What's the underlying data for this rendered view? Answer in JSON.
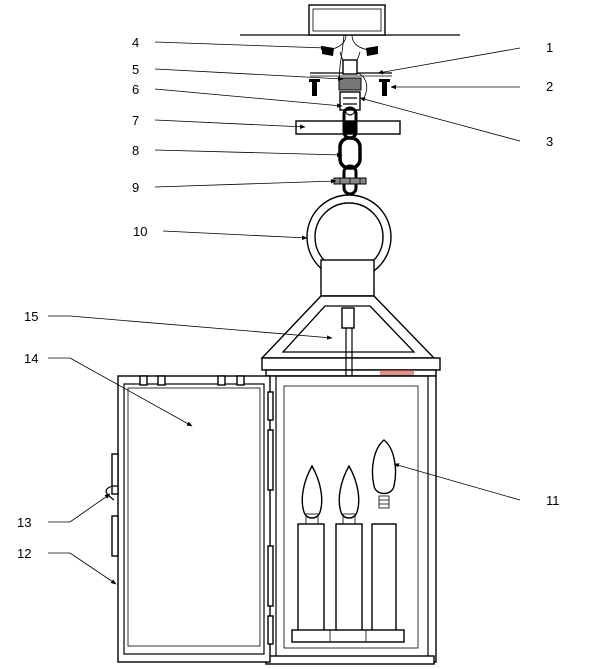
{
  "callouts": [
    {
      "id": "1"
    },
    {
      "id": "2"
    },
    {
      "id": "3"
    },
    {
      "id": "4"
    },
    {
      "id": "5"
    },
    {
      "id": "6"
    },
    {
      "id": "7"
    },
    {
      "id": "8"
    },
    {
      "id": "9"
    },
    {
      "id": "10"
    },
    {
      "id": "11"
    },
    {
      "id": "12"
    },
    {
      "id": "13"
    },
    {
      "id": "14"
    },
    {
      "id": "15"
    }
  ],
  "colors": {
    "line": "#000000",
    "background": "#ffffff",
    "accent_trim": "#c0392b"
  }
}
